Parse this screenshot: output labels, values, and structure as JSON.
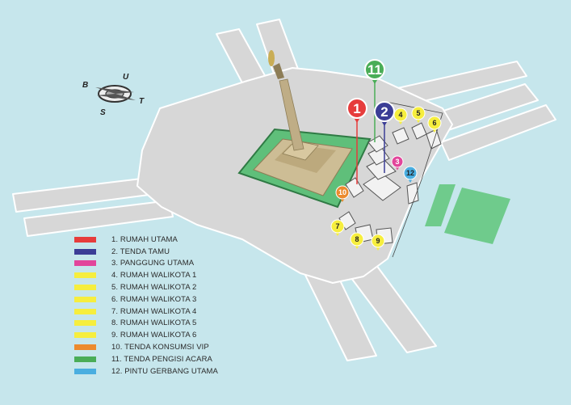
{
  "map": {
    "compass": {
      "north": "U",
      "south": "S",
      "east": "T",
      "west": "B"
    },
    "markers": [
      {
        "number": "1",
        "color": "#e63c3c"
      },
      {
        "number": "2",
        "color": "#3b3d96"
      },
      {
        "number": "3",
        "color": "#e2459b"
      },
      {
        "number": "4",
        "color": "#f6ee3e"
      },
      {
        "number": "5",
        "color": "#f6ee3e"
      },
      {
        "number": "6",
        "color": "#f6ee3e"
      },
      {
        "number": "7",
        "color": "#f6ee3e"
      },
      {
        "number": "8",
        "color": "#f6ee3e"
      },
      {
        "number": "9",
        "color": "#f6ee3e"
      },
      {
        "number": "10",
        "color": "#ec8a2d"
      },
      {
        "number": "11",
        "color": "#4aad57"
      },
      {
        "number": "12",
        "color": "#4aaee0"
      }
    ]
  },
  "legend": {
    "items": [
      {
        "label": "1. RUMAH UTAMA",
        "color": "#e63c3c"
      },
      {
        "label": "2. TENDA TAMU",
        "color": "#3b3d96"
      },
      {
        "label": "3. PANGGUNG UTAMA",
        "color": "#e2459b"
      },
      {
        "label": "4. RUMAH WALIKOTA 1",
        "color": "#f6ee3e"
      },
      {
        "label": "5. RUMAH WALIKOTA 2",
        "color": "#f6ee3e"
      },
      {
        "label": "6. RUMAH WALIKOTA 3",
        "color": "#f6ee3e"
      },
      {
        "label": "7. RUMAH WALIKOTA 4",
        "color": "#f6ee3e"
      },
      {
        "label": "8. RUMAH WALIKOTA 5",
        "color": "#f6ee3e"
      },
      {
        "label": "9. RUMAH WALIKOTA 6",
        "color": "#f6ee3e"
      },
      {
        "label": "10. TENDA KONSUMSI VIP",
        "color": "#ec8a2d"
      },
      {
        "label": "11. TENDA PENGISI ACARA",
        "color": "#4aad57"
      },
      {
        "label": "12. PINTU GERBANG UTAMA",
        "color": "#4aaee0"
      }
    ]
  },
  "colors": {
    "background": "#c6e6ec",
    "road": "#d7d7d7",
    "park_green": "#5fbf7a",
    "monument_stone": "#cdbd95"
  }
}
